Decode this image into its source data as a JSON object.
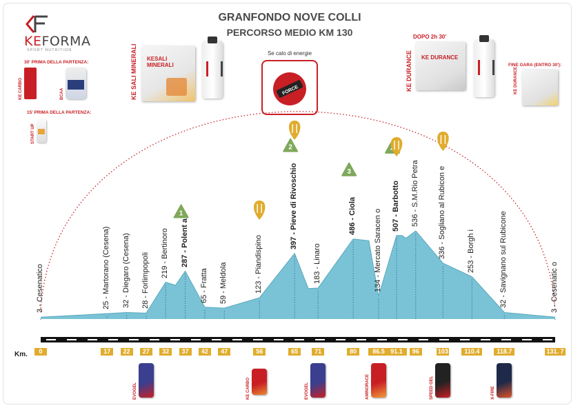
{
  "header": {
    "title": "GRANFONDO NOVE COLLI",
    "subtitle": "PERCORSO MEDIO KM 130"
  },
  "brand": {
    "name_red": "KE",
    "name_rest": "FORMA",
    "tagline": "SPORT NUTRITION"
  },
  "pre_race": {
    "label_30": "30' PRIMA DELLA PARTENZA:",
    "label_15": "15' PRIMA DELLA PARTENZA:",
    "product_carbo": "KE CARBO",
    "product_bcaa": "BCAA",
    "product_start": "START UP"
  },
  "products_top": {
    "kesali_side": "KE SALI MINERALI",
    "kesali_box": "KESALI MINERALI",
    "energy_label": "Se calo di energie",
    "dopo": "DOPO 2h 30'",
    "durance_side": "KE DURANCE",
    "durance_box": "KE DURANCE",
    "fine_gara": "FINE GARA (ENTRO 30'):",
    "durance_small": "KE DURANCE",
    "sachet_text": "FORCE"
  },
  "chart_data": {
    "type": "area",
    "title": "GRANFONDO NOVE COLLI",
    "subtitle": "PERCORSO MEDIO KM 130",
    "xlabel": "Km.",
    "ylabel": "",
    "xlim": [
      0,
      131.7
    ],
    "grid": false,
    "profile": [
      {
        "km": 0,
        "alt": 3
      },
      {
        "km": 17,
        "alt": 25
      },
      {
        "km": 22,
        "alt": 32
      },
      {
        "km": 27,
        "alt": 28
      },
      {
        "km": 32,
        "alt": 219
      },
      {
        "km": 34.5,
        "alt": 200
      },
      {
        "km": 37,
        "alt": 287
      },
      {
        "km": 42,
        "alt": 65
      },
      {
        "km": 47,
        "alt": 59
      },
      {
        "km": 56,
        "alt": 123
      },
      {
        "km": 65,
        "alt": 397
      },
      {
        "km": 68.5,
        "alt": 180
      },
      {
        "km": 71,
        "alt": 183
      },
      {
        "km": 80,
        "alt": 486
      },
      {
        "km": 84,
        "alt": 475
      },
      {
        "km": 86.5,
        "alt": 134
      },
      {
        "km": 91.1,
        "alt": 507
      },
      {
        "km": 92.5,
        "alt": 507
      },
      {
        "km": 93.5,
        "alt": 490
      },
      {
        "km": 96,
        "alt": 536
      },
      {
        "km": 103,
        "alt": 336
      },
      {
        "km": 110.4,
        "alt": 253
      },
      {
        "km": 118.7,
        "alt": 32
      },
      {
        "km": 131.7,
        "alt": 3
      }
    ],
    "locations": [
      {
        "km": 0,
        "label": "3 - Cesenatico",
        "bold": false
      },
      {
        "km": 17,
        "label": "25 - Martorano (Cesena)",
        "bold": false
      },
      {
        "km": 22,
        "label": "32 - Diegaro (Cesena)",
        "bold": false
      },
      {
        "km": 27,
        "label": "28 - Forlimpopoli",
        "bold": false
      },
      {
        "km": 32,
        "label": "219 - Bertinoro",
        "bold": false
      },
      {
        "km": 37,
        "label": "287 - Polent a",
        "bold": true
      },
      {
        "km": 42,
        "label": "65 - Fratta",
        "bold": false
      },
      {
        "km": 47,
        "label": "59 - Meldola",
        "bold": false
      },
      {
        "km": 56,
        "label": "123 - Piandispino",
        "bold": false
      },
      {
        "km": 65,
        "label": "397 - Pieve di Rivoschio",
        "bold": true
      },
      {
        "km": 71,
        "label": "183 - Linaro",
        "bold": false
      },
      {
        "km": 80,
        "label": "486 - Ciola",
        "bold": true
      },
      {
        "km": 86.5,
        "label": "134 - Mercato Saracen o",
        "bold": false
      },
      {
        "km": 91.1,
        "label": "507 - Barbotto",
        "bold": true
      },
      {
        "km": 96,
        "label": "536 - S.M.Rio Petra",
        "bold": false
      },
      {
        "km": 103,
        "label": "336 - Sogliano al Rubicon e",
        "bold": false
      },
      {
        "km": 110.4,
        "label": "253 - Borgh i",
        "bold": false
      },
      {
        "km": 118.7,
        "label": "32 - Savignano sul Rubicone",
        "bold": false
      },
      {
        "km": 131.7,
        "label": "3 - Cesenatic o",
        "bold": false
      }
    ],
    "km_labels": [
      {
        "km": 0,
        "label": "0"
      },
      {
        "km": 17,
        "label": "17"
      },
      {
        "km": 22,
        "label": "22"
      },
      {
        "km": 27,
        "label": "27"
      },
      {
        "km": 32,
        "label": "32"
      },
      {
        "km": 37,
        "label": "37"
      },
      {
        "km": 42,
        "label": "42"
      },
      {
        "km": 47,
        "label": "47"
      },
      {
        "km": 56,
        "label": "56"
      },
      {
        "km": 65,
        "label": "65"
      },
      {
        "km": 71,
        "label": "71"
      },
      {
        "km": 80,
        "label": "80"
      },
      {
        "km": 86.5,
        "label": "86.5"
      },
      {
        "km": 91.1,
        "label": "91.1"
      },
      {
        "km": 96,
        "label": "96"
      },
      {
        "km": 103,
        "label": "103"
      },
      {
        "km": 110.4,
        "label": "110.4"
      },
      {
        "km": 118.7,
        "label": "118.7"
      },
      {
        "km": 131.7,
        "label": "131. 7"
      }
    ],
    "climbs": [
      {
        "number": "1",
        "km": 37
      },
      {
        "number": "2",
        "km": 65
      },
      {
        "number": "3",
        "km": 80
      },
      {
        "number": "4",
        "km": 91.1
      }
    ],
    "feed_stations": [
      {
        "km": 56
      },
      {
        "km": 65
      },
      {
        "km": 91.1
      },
      {
        "km": 103
      }
    ],
    "gels": [
      {
        "km": 27,
        "name": "EVOGEL"
      },
      {
        "km": 56,
        "name": "KE CARBO"
      },
      {
        "km": 71,
        "name": "EVOGEL"
      },
      {
        "km": 86.5,
        "name": "AMINORACE"
      },
      {
        "km": 103,
        "name": "SPEED GEL"
      },
      {
        "km": 118.7,
        "name": "X-FIRE"
      }
    ]
  },
  "colors": {
    "profile_fill": "#7ac3d6",
    "accent_red": "#c81f25",
    "km_gold": "#e0ac2e",
    "climb_green": "#7fa85a",
    "arc_red": "#c81f25"
  }
}
